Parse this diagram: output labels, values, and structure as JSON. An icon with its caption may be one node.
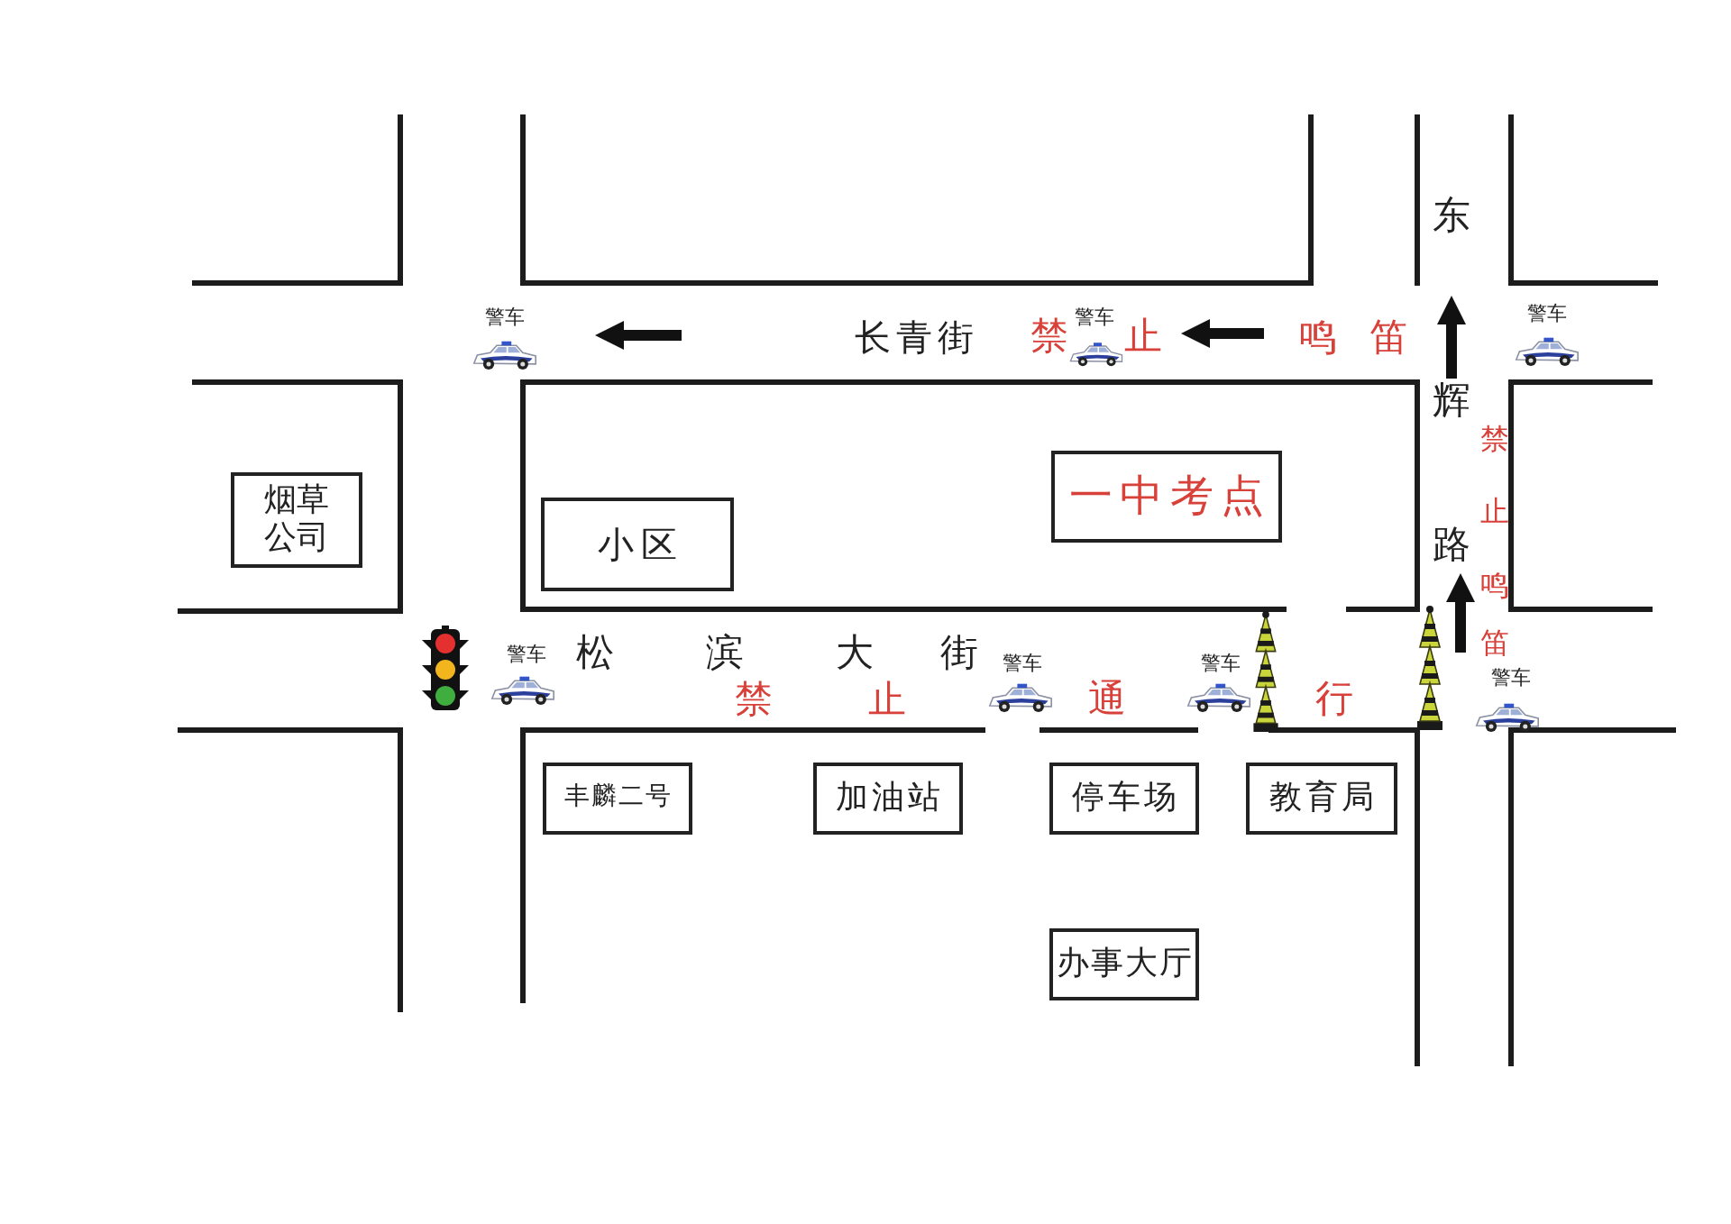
{
  "diagram": {
    "nodes": [
      {
        "text": [
          "烟草公司"
        ]
      },
      {
        "text": [
          "小区"
        ]
      },
      {
        "text": [
          "一中考点"
        ]
      },
      {
        "text": [
          "丰麟二号"
        ]
      },
      {
        "text": [
          "加油站"
        ]
      },
      {
        "text": [
          "停车场"
        ]
      },
      {
        "text": [
          "教育局"
        ]
      },
      {
        "text": [
          "办事大厅"
        ]
      }
    ],
    "labels": [
      "东",
      "警车",
      "警车",
      "警车",
      "长青街",
      "禁",
      "止",
      "鸣笛",
      "辉路",
      "禁止鸣笛",
      "警车",
      "松滨大街",
      "警车",
      "警车",
      "警车",
      "禁止",
      "通",
      "行"
    ]
  }
}
